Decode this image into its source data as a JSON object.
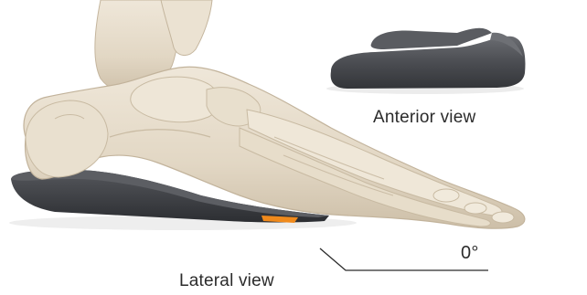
{
  "labels": {
    "anterior_view": "Anterior view",
    "lateral_view": "Lateral view",
    "angle": "0°"
  },
  "colors": {
    "bone": "#e6dccb",
    "bone_shadow": "#c9bca6",
    "insole_dark": "#2d2f33",
    "insole_top": "#4a4c51",
    "insole_accent": "#f08a1c",
    "text": "#2b2b2b",
    "background": "#ffffff"
  },
  "icons": {
    "foot_skeleton": "foot-skeleton-illustration",
    "anterior_insole": "insole-anterior-illustration",
    "lateral_insole": "insole-lateral-illustration",
    "angle_indicator": "angle-line-indicator"
  }
}
